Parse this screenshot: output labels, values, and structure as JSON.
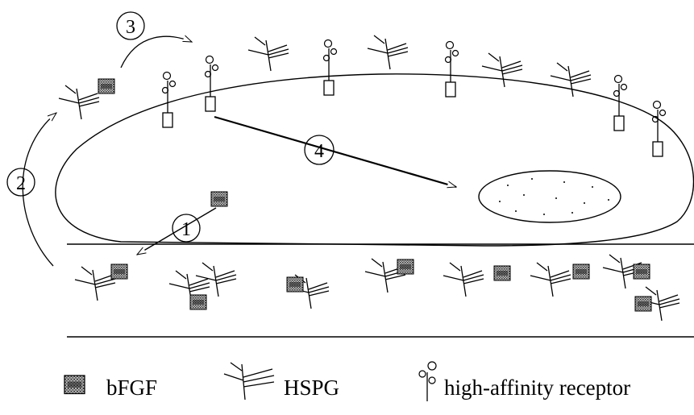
{
  "step_labels": [
    "1",
    "2",
    "3",
    "4"
  ],
  "legend": {
    "bfgf": {
      "icon": "bfgf-icon",
      "label": "bFGF"
    },
    "hspg": {
      "icon": "hspg-icon",
      "label": "HSPG"
    },
    "receptor": {
      "icon": "receptor-icon",
      "label": "high-affinity receptor"
    }
  },
  "colors": {
    "ink": "#000000",
    "bfgf_dark": "#3a3a3a",
    "bfgf_light": "#bdbdbd",
    "background": "#ffffff"
  }
}
